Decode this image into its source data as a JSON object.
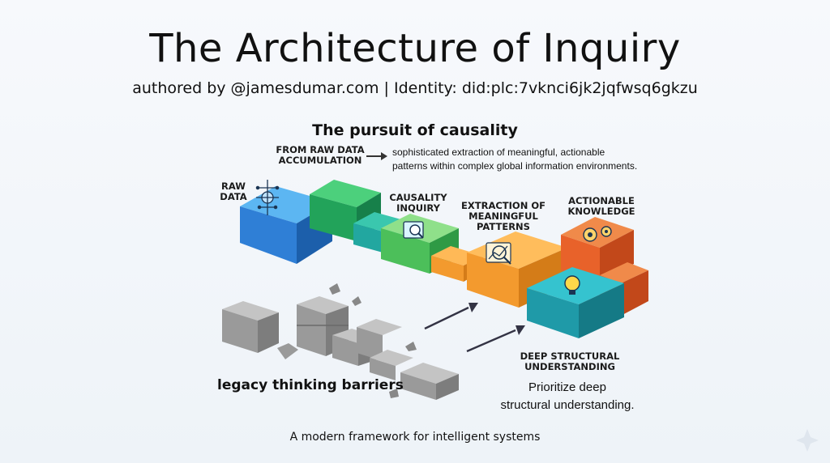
{
  "header": {
    "title": "The Architecture of Inquiry",
    "subtitle": "authored by @jamesdumar.com | Identity: did:plc:7vknci6jk2jqfwsq6gkzu"
  },
  "diagram": {
    "heading": "The pursuit of causality",
    "from_label_line1": "FROM RAW DATA",
    "from_label_line2": "ACCUMULATION",
    "from_desc_line1": "sophisticated extraction of meaningful, actionable",
    "from_desc_line2": "patterns within complex global information environments.",
    "stages": {
      "raw_data_1": "RAW",
      "raw_data_2": "DATA",
      "causality_1": "CAUSALITY",
      "causality_2": "INQUIRY",
      "extraction_1": "EXTRACTION OF",
      "extraction_2": "MEANINGFUL",
      "extraction_3": "PATTERNS",
      "actionable_1": "ACTIONABLE",
      "actionable_2": "KNOWLEDGE",
      "deep_1": "DEEP STRUCTURAL",
      "deep_2": "UNDERSTANDING"
    },
    "legacy_label": "legacy thinking barriers",
    "deep_desc_line1": "Prioritize deep",
    "deep_desc_line2": "structural understanding.",
    "colors": {
      "blue": "#2f7fd6",
      "green": "#22a35a",
      "teal": "#22a7a0",
      "orange": "#f39a2e",
      "red_orange": "#e8622a",
      "gray": "#9a9a9a"
    }
  },
  "footer": {
    "caption": "A modern framework for intelligent systems"
  }
}
